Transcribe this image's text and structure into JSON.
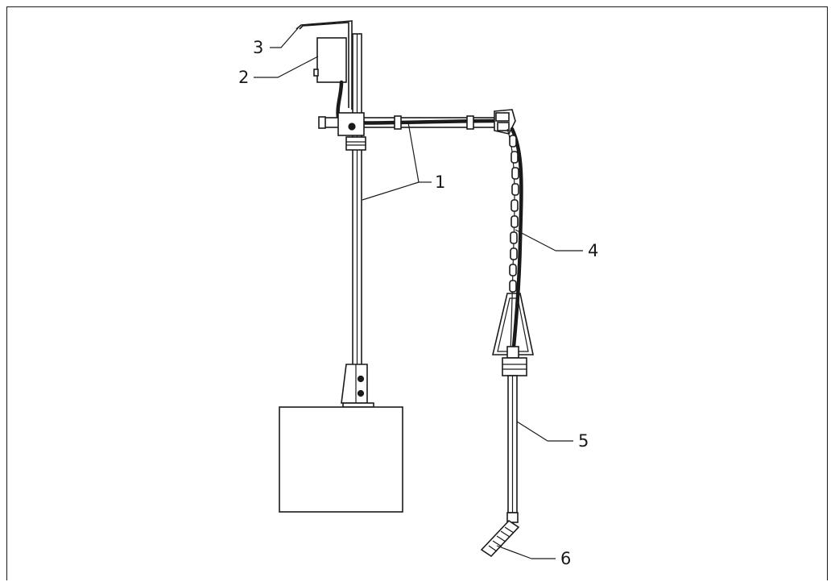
{
  "callouts": [
    {
      "label": "1",
      "part": "support-pipe"
    },
    {
      "label": "2",
      "part": "sampler-housing"
    },
    {
      "label": "3",
      "part": "weather-hood"
    },
    {
      "label": "4",
      "part": "hose-and-chain"
    },
    {
      "label": "5",
      "part": "suction-pipe"
    },
    {
      "label": "6",
      "part": "strainer"
    }
  ]
}
